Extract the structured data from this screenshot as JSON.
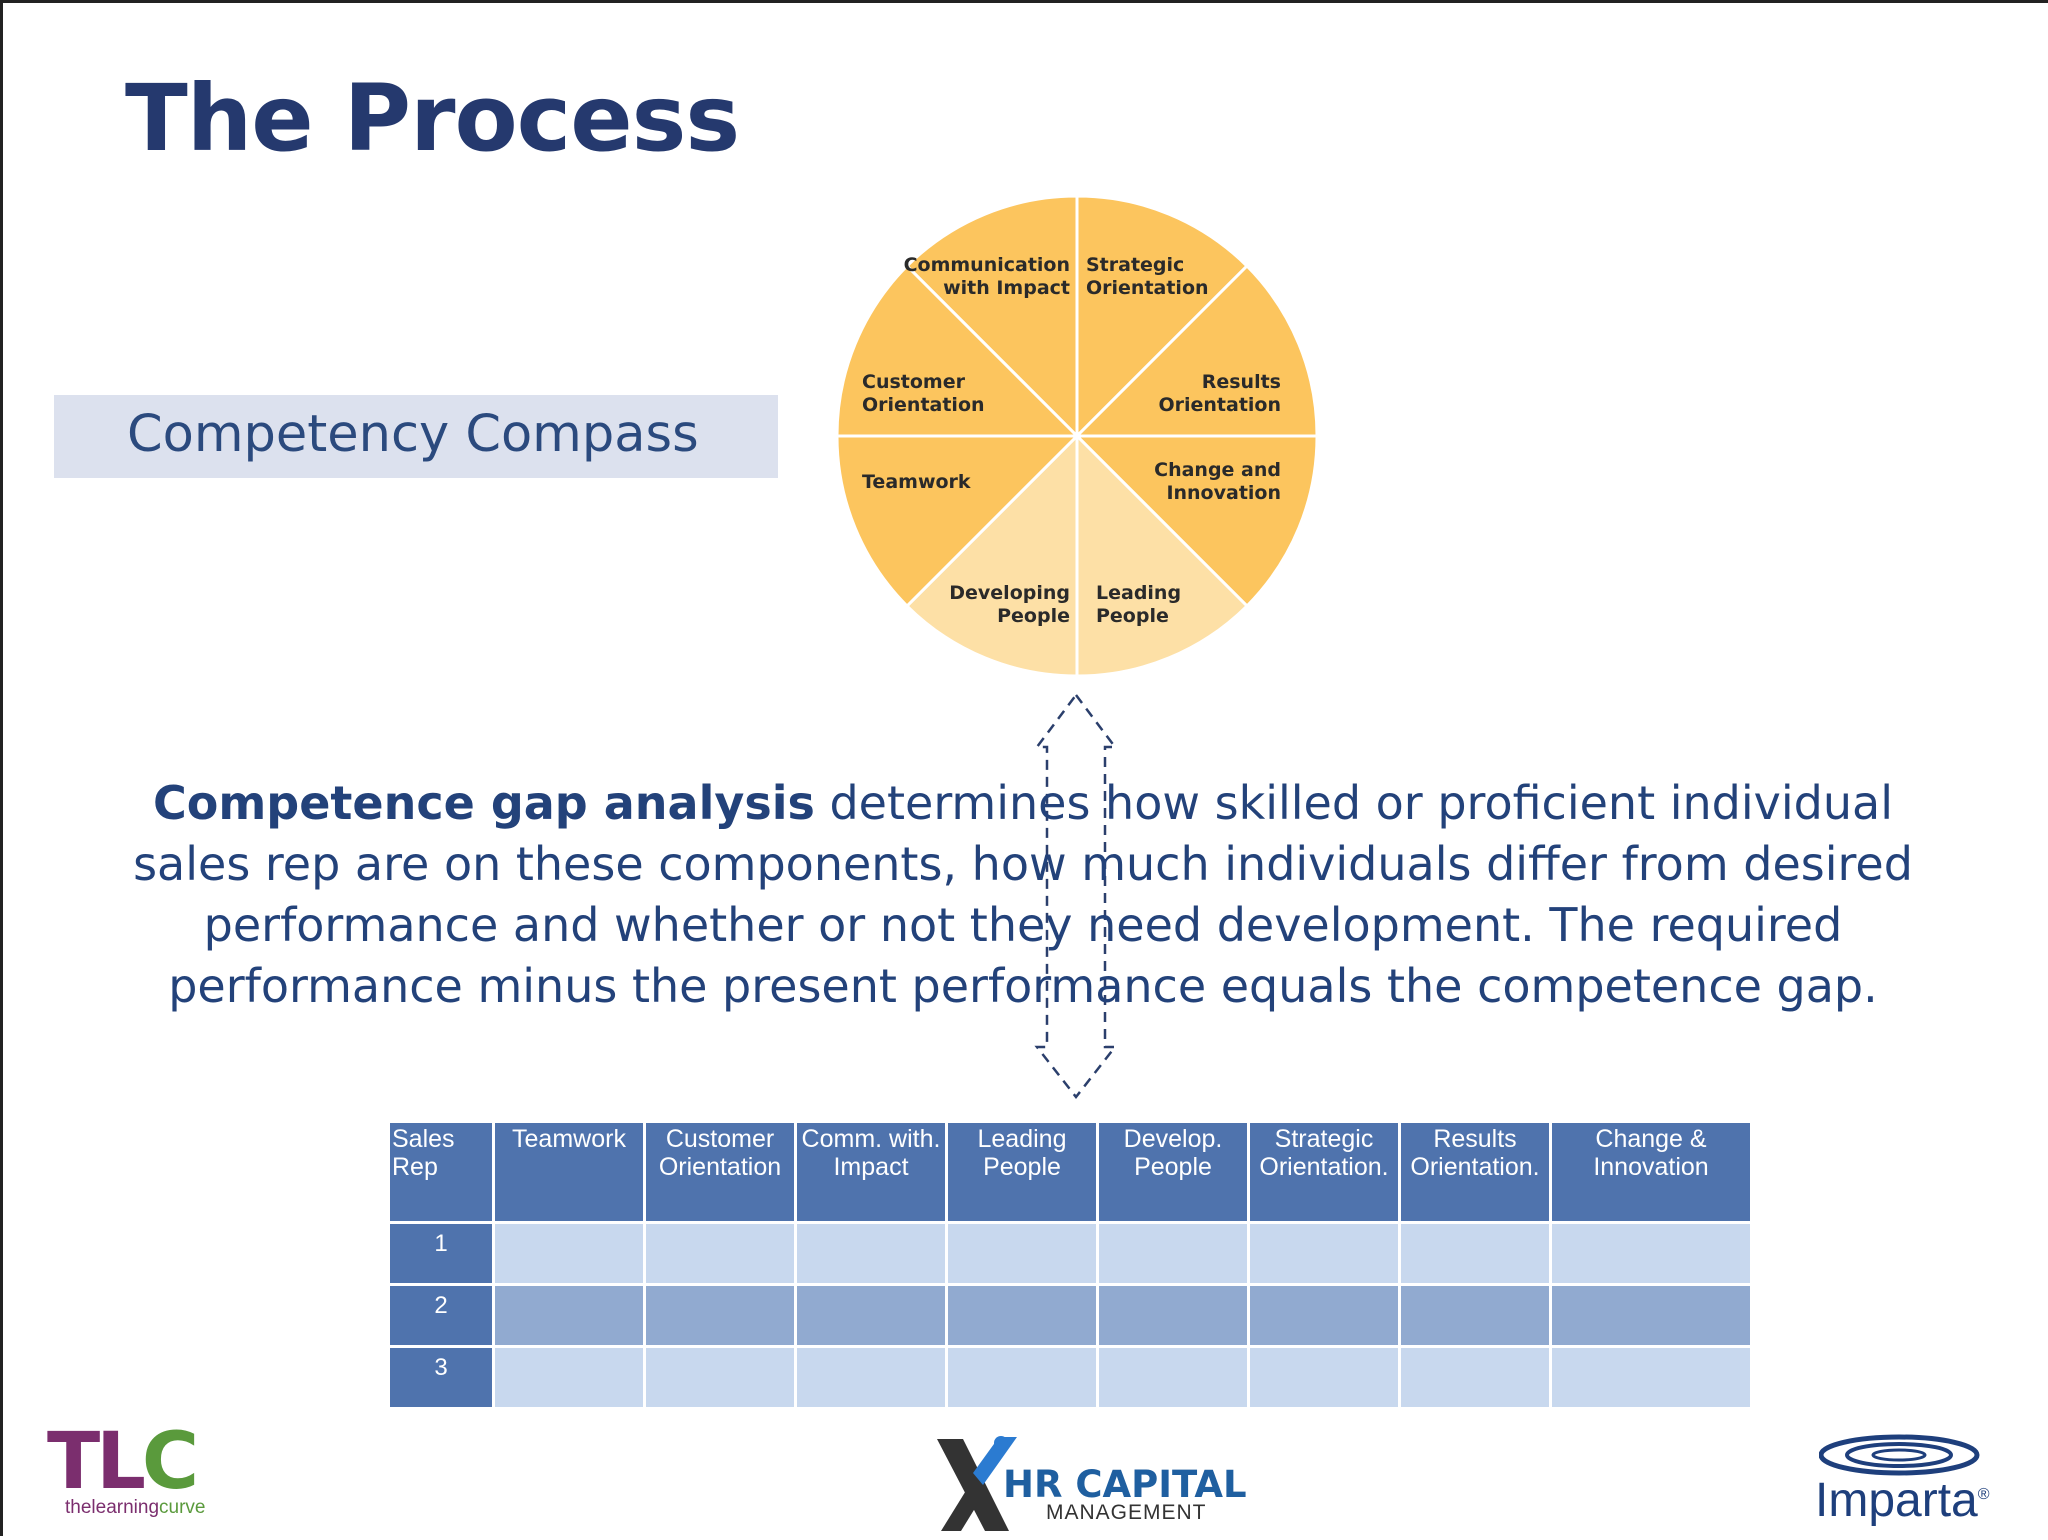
{
  "slide": {
    "title": "The Process",
    "section_label": "Competency Compass",
    "compass": {
      "segments": [
        {
          "line1": "Communication",
          "line2": "with Impact"
        },
        {
          "line1": "Strategic",
          "line2": "Orientation"
        },
        {
          "line1": "Results",
          "line2": "Orientation"
        },
        {
          "line1": "Change and",
          "line2": "Innovation"
        },
        {
          "line1": "Leading",
          "line2": "People"
        },
        {
          "line1": "Developing",
          "line2": "People"
        },
        {
          "line1": "Teamwork",
          "line2": ""
        },
        {
          "line1": "Customer",
          "line2": "Orientation"
        }
      ],
      "colors": {
        "primary": "#fcc55e",
        "light": "#fde0a6",
        "stroke": "#ffffff"
      }
    },
    "paragraph": {
      "bold": "Competence gap analysis",
      "rest": " determines how skilled or proficient individual sales rep are on these components, how much individuals differ from desired performance and whether or not they need development. The required performance minus the present performance equals the competence gap."
    },
    "table": {
      "headers": [
        "Sales Rep",
        "Teamwork",
        "Customer Orientation",
        "Comm. with. Impact",
        "Leading People",
        "Develop. People",
        "Strategic Orientation.",
        "Results Orientation.",
        "Change & Innovation"
      ],
      "rows": [
        "1",
        "2",
        "3"
      ]
    },
    "logos": {
      "tlc": {
        "mark_t": "TL",
        "mark_c": "C",
        "tag_a": "thelearning",
        "tag_b": "curve"
      },
      "hr": {
        "name": "HR CAPITAL",
        "sub": "MANAGEMENT"
      },
      "imparta": {
        "name": "Imparta",
        "reg": "®"
      }
    },
    "colors": {
      "title": "#25396e",
      "text": "#23427a",
      "table_header": "#4f73ad",
      "row_light": "#c8d8ee",
      "row_dark": "#91aad0",
      "label_box": "#dce1ee"
    }
  }
}
